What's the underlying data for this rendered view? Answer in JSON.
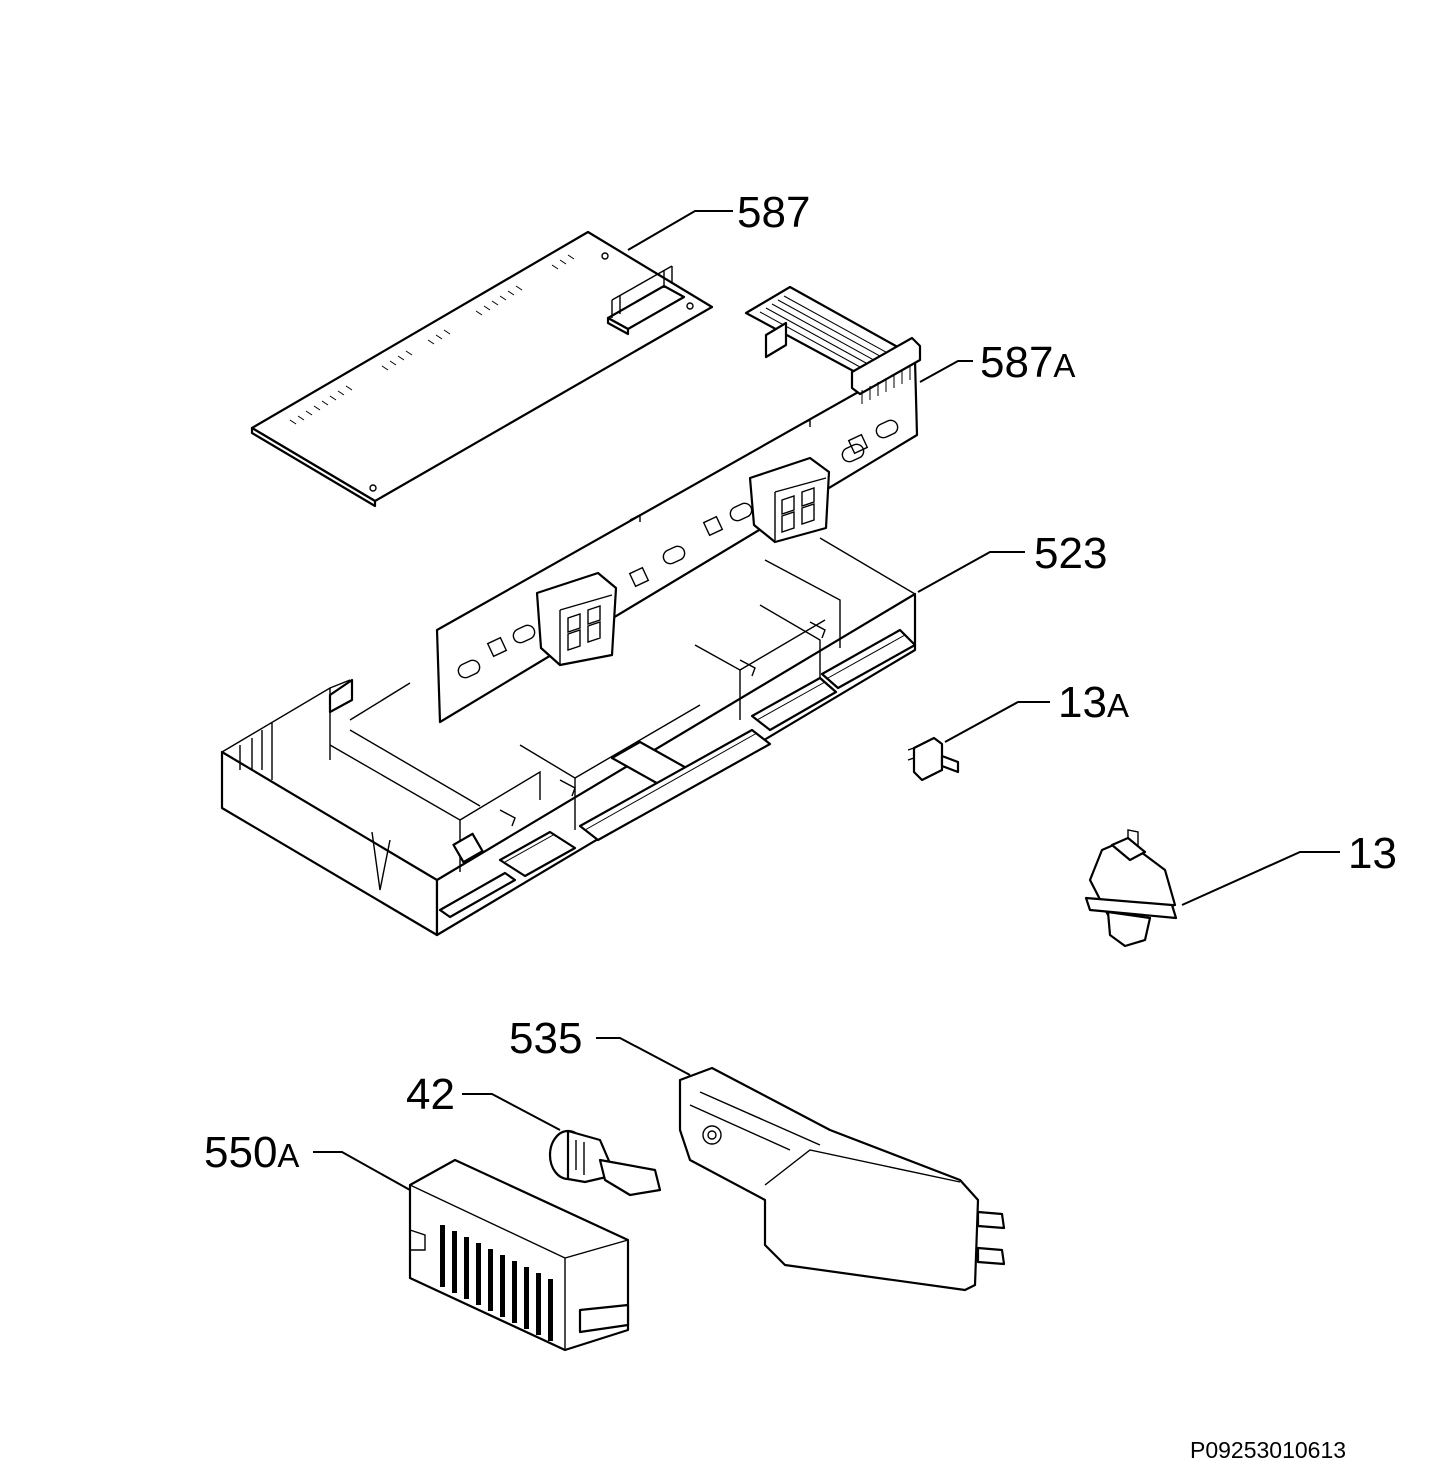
{
  "labels": [
    {
      "id": "587",
      "text": "587",
      "suffix": ""
    },
    {
      "id": "587A",
      "text": "587",
      "suffix": "A"
    },
    {
      "id": "523",
      "text": "523",
      "suffix": ""
    },
    {
      "id": "13A",
      "text": "13",
      "suffix": "A"
    },
    {
      "id": "13",
      "text": "13",
      "suffix": ""
    },
    {
      "id": "535",
      "text": "535",
      "suffix": ""
    },
    {
      "id": "42",
      "text": "42",
      "suffix": ""
    },
    {
      "id": "550A",
      "text": "550",
      "suffix": "A"
    }
  ],
  "drawing_code": "P09253010613"
}
